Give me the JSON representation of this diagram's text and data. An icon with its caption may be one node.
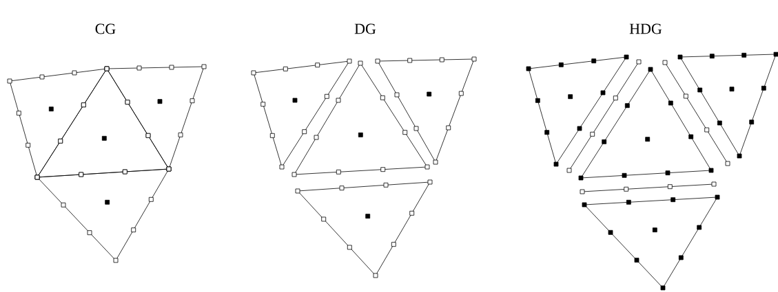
{
  "diagram": {
    "labels": [
      "CG",
      "DG",
      "HDG"
    ]
  }
}
